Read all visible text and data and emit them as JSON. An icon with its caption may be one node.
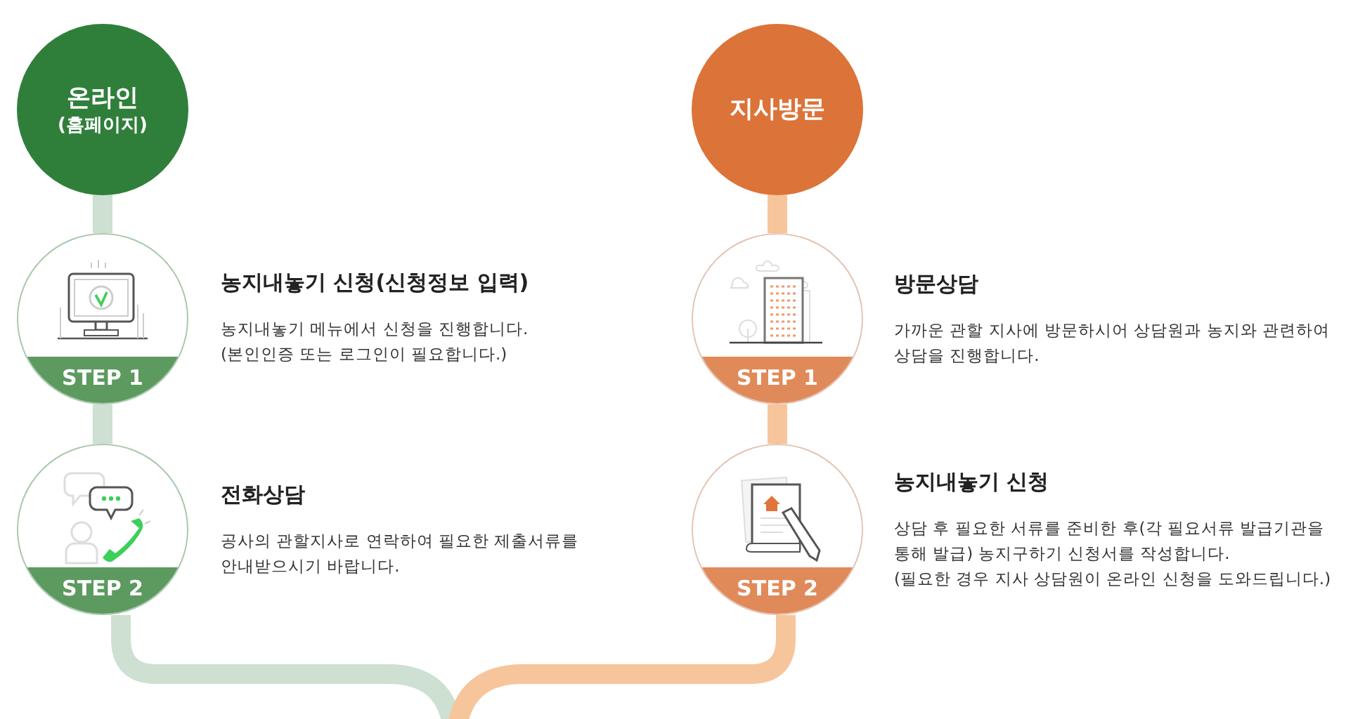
{
  "diagram": {
    "nodes": [
      {
        "text": [
          "온라인",
          "(홈페이지)"
        ]
      },
      {
        "text": [
          "STEP 1"
        ],
        "beside": [
          "농지내놓기 신청(신청정보 입력)",
          "농지내놓기 메뉴에서 신청을 진행합니다.",
          "(본인인증 또는 로그인이 필요합니다.)"
        ]
      },
      {
        "text": [
          "STEP 2"
        ],
        "beside": [
          "전화상담",
          "공사의 관할지사로 연락하여 필요한 제출서류를 안내받으시기 바랍니다."
        ]
      },
      {
        "text": [
          "지사방문"
        ]
      },
      {
        "text": [
          "STEP 1"
        ],
        "beside": [
          "방문상담",
          "가까운 관할 지사에 방문하시어 상담원과 농지와 관련하여 상담을 진행합니다."
        ]
      },
      {
        "text": [
          "STEP 2"
        ],
        "beside": [
          "농지내놓기 신청",
          "상담 후 필요한 서류를 준비한 후(각 필요서류 발급기관을 통해 발급) 농지구하기 신청서를 작성합니다.",
          "(필요한 경우 지사 상담원이 온라인 신청을 도와드립니다.)"
        ]
      }
    ],
    "edges": [
      {
        "from": 0,
        "to": 1,
        "arrow": "none"
      },
      {
        "from": 1,
        "to": 2,
        "arrow": "none"
      },
      {
        "from": 2,
        "to": null,
        "arrow": "none"
      },
      {
        "from": 3,
        "to": 4,
        "arrow": "none"
      },
      {
        "from": 4,
        "to": 5,
        "arrow": "none"
      },
      {
        "from": 5,
        "to": null,
        "arrow": "none"
      }
    ]
  }
}
